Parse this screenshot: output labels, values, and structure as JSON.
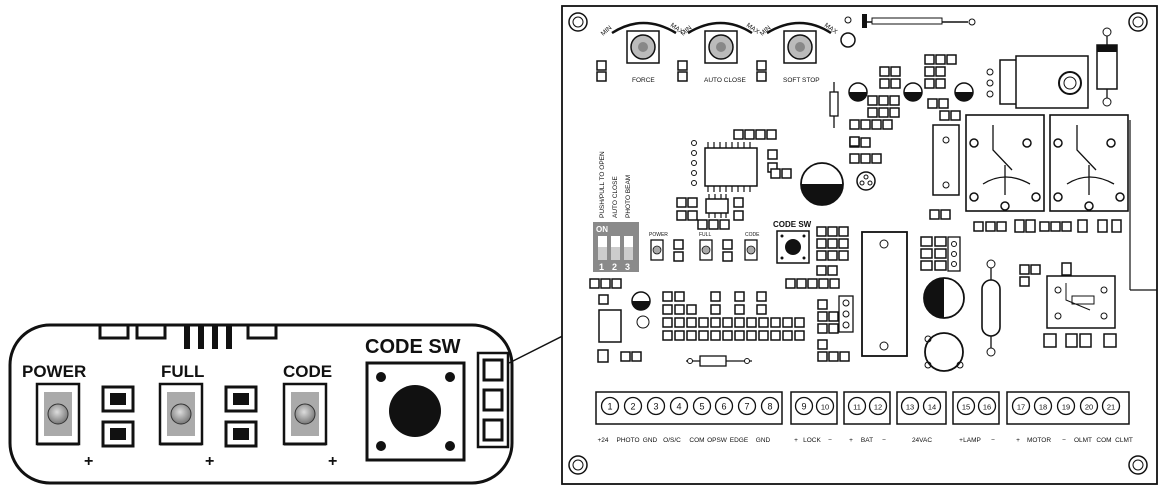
{
  "zoom_panel": {
    "power_label": "POWER",
    "full_label": "FULL",
    "code_label": "CODE",
    "code_sw_label": "CODE SW",
    "plus": "+"
  },
  "board": {
    "trimpots": [
      {
        "min": "MIN",
        "max": "MAX",
        "label": "FORCE"
      },
      {
        "min": "MIN",
        "max": "MAX",
        "label": "AUTO CLOSE"
      },
      {
        "min": "MIN",
        "max": "MAX",
        "label": "SOFT STOP"
      }
    ],
    "dip": {
      "labels": [
        "PUSH/PULL TO OPEN",
        "AUTO CLOSE",
        "PHOTO BEAM"
      ],
      "on_label": "ON",
      "numbers": [
        "1",
        "2",
        "3"
      ]
    },
    "led_labels": {
      "power": "POWER",
      "full": "FULL",
      "code": "CODE"
    },
    "code_sw_label": "CODE SW",
    "terminals": [
      "1",
      "2",
      "3",
      "4",
      "5",
      "6",
      "7",
      "8",
      "9",
      "10",
      "11",
      "12",
      "13",
      "14",
      "15",
      "16",
      "17",
      "18",
      "19",
      "20",
      "21"
    ],
    "terminal_labels": [
      "+24",
      "PHOTO",
      "GND",
      "O/S/C",
      "COM",
      "OPSW",
      "EDGE",
      "GND",
      "+",
      "LOCK",
      "−",
      "+",
      "BAT",
      "−",
      "24VAC",
      "+",
      "LAMP",
      "−",
      "+",
      "MOTOR",
      "−",
      "OLMT",
      "COM",
      "CLMT"
    ]
  }
}
